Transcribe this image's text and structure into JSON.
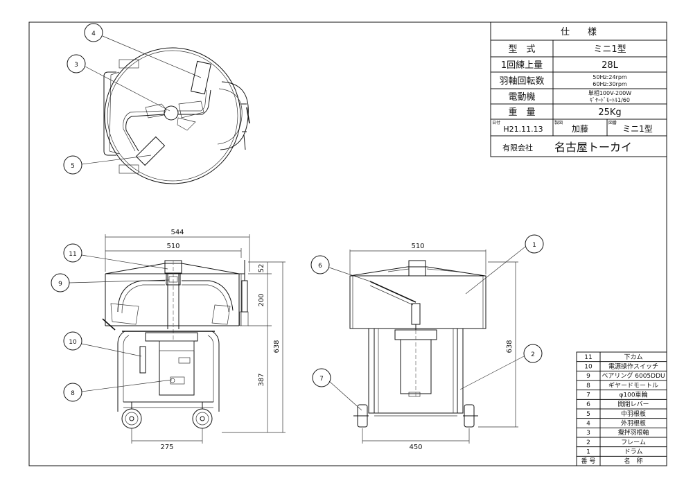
{
  "spec_table": {
    "title": "仕　　様",
    "rows": [
      {
        "label": "型　式",
        "value": "ミニ1型"
      },
      {
        "label": "1回練上量",
        "value": "28L"
      },
      {
        "label": "羽軸回転数",
        "value_lines": [
          "50Hz:24rpm",
          "60Hz:30rpm"
        ]
      },
      {
        "label": "電動機",
        "value_lines": [
          "単相100V-200W",
          "ｷﾞﾔｰﾄﾞﾓｰﾄﾙ1/60"
        ]
      },
      {
        "label": "重　量",
        "value": "25Kg"
      }
    ],
    "date_label": "日付",
    "date": "H21.11.13",
    "drawn_label": "製図",
    "drawn_by": "加藤",
    "drawing_no_label": "図番",
    "drawing_no": "ミニ1型",
    "company_prefix": "有限会社",
    "company": "名古屋トーカイ"
  },
  "dimensions": {
    "side_total_width": "544",
    "side_drum_width": "510",
    "side_top_height": "52",
    "side_drum_height": "200",
    "side_overall_height": "638",
    "side_frame_height": "387",
    "side_wheel_span": "275",
    "front_drum_width": "510",
    "front_overall_height": "638",
    "front_wheel_span": "450"
  },
  "callouts": [
    "1",
    "2",
    "3",
    "4",
    "5",
    "6",
    "7",
    "8",
    "9",
    "10",
    "11"
  ],
  "parts_list": {
    "header": {
      "no": "番 号",
      "name": "名　称"
    },
    "items": [
      {
        "no": "11",
        "name": "下カム"
      },
      {
        "no": "10",
        "name": "電源操作スイッチ"
      },
      {
        "no": "9",
        "name": "ベアリング 6005DDU"
      },
      {
        "no": "8",
        "name": "ギヤードモートル"
      },
      {
        "no": "7",
        "name": "φ100車輪"
      },
      {
        "no": "6",
        "name": "開閉レバー"
      },
      {
        "no": "5",
        "name": "中羽根板"
      },
      {
        "no": "4",
        "name": "外羽根板"
      },
      {
        "no": "3",
        "name": "攪拌羽根軸"
      },
      {
        "no": "2",
        "name": "フレーム"
      },
      {
        "no": "1",
        "name": "ドラム"
      }
    ]
  }
}
